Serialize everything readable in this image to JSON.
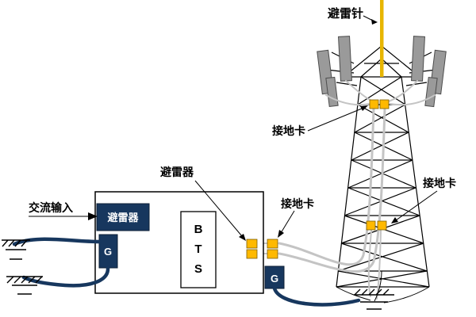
{
  "diagram": {
    "labels": {
      "lightning_rod": "避雷针",
      "ground_clamp_top": "接地卡",
      "ground_clamp_right": "接地卡",
      "ground_clamp_bts": "接地卡",
      "arrester_callout": "避雷器",
      "ac_input": "交流输入",
      "arrester_box": "避雷器",
      "ground_g_left": "G",
      "ground_g_right": "G",
      "bts_b": "B",
      "bts_t": "T",
      "bts_s": "S"
    },
    "colors": {
      "navy": "#17375E",
      "clamp_yellow": "#FFB900",
      "rod_yellow": "#E7B500",
      "antenna_grey": "#9a9a9a",
      "cable_grey": "#c4c4c4"
    }
  }
}
